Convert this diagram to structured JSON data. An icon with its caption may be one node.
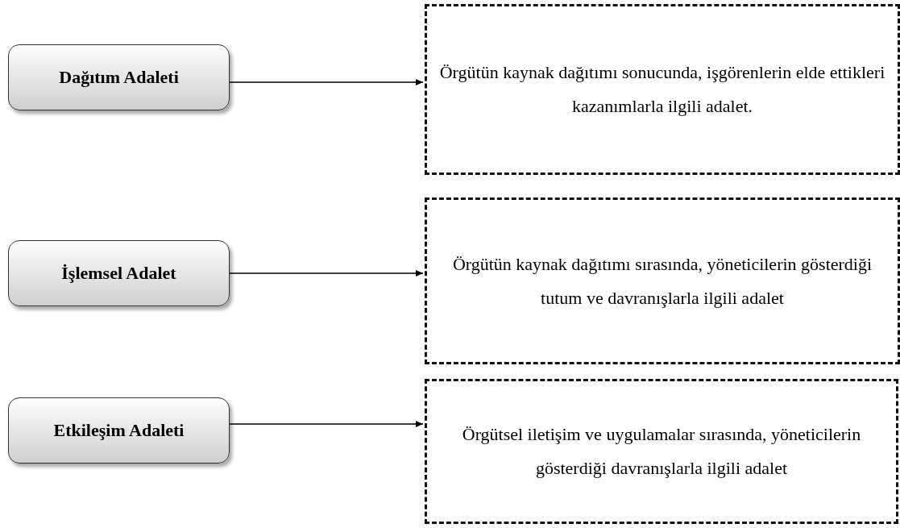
{
  "diagram": {
    "nodes": [
      {
        "text": [
          "Dağıtım Adaleti"
        ]
      },
      {
        "text": [
          "Örgütün kaynak dağıtımı sonucunda, işgörenlerin elde ettikleri kazanımlarla ilgili adalet."
        ]
      },
      {
        "text": [
          "İşlemsel Adalet"
        ]
      },
      {
        "text": [
          "Örgütün kaynak dağıtımı sırasında, yöneticilerin gösterdiği tutum ve davranışlarla ilgili adalet"
        ]
      },
      {
        "text": [
          "Etkileşim Adaleti"
        ]
      },
      {
        "text": [
          "Örgütsel iletişim ve uygulamalar sırasında, yöneticilerin gösterdiği davranışlarla ilgili adalet"
        ]
      }
    ],
    "edges": [
      {
        "from": 0,
        "to": 1,
        "arrow": "to"
      },
      {
        "from": 2,
        "to": 3,
        "arrow": "to"
      },
      {
        "from": 4,
        "to": 5,
        "arrow": "to"
      }
    ]
  }
}
